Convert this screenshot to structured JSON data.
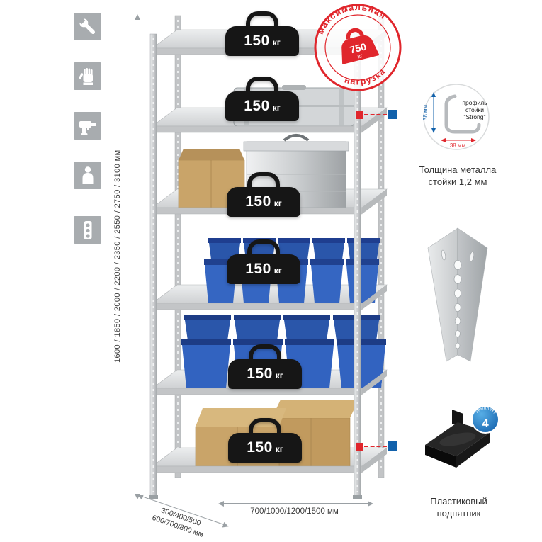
{
  "colors": {
    "accent_red": "#e0262c",
    "accent_blue": "#1161ab",
    "icon_bg": "#a8acaf",
    "metal_light": "#dcdedf",
    "bin_blue": "#2e5fb8",
    "cardboard": "#c9a469"
  },
  "left_icons": [
    {
      "name": "wrench"
    },
    {
      "name": "gloves"
    },
    {
      "name": "drill"
    },
    {
      "name": "person"
    },
    {
      "name": "power-strip"
    }
  ],
  "rack": {
    "shelf_count": 6,
    "shelf_load_value": "150",
    "shelf_load_unit": "кг"
  },
  "stamp": {
    "arc_top": "максимальная",
    "arc_bottom": "нагрузка",
    "value": "750",
    "unit": "кг"
  },
  "dimensions": {
    "height": "1600 / 1850 / 2000 / 2200 / 2350 / 2550 / 2750 / 3100 мм",
    "depth": "300/400/500\n600/700/800 мм",
    "width": "700/1000/1200/1500 мм"
  },
  "profile_callout": {
    "line1": "профиль",
    "line2": "стойки",
    "line3": "\"Strong\"",
    "dim_vertical": "38 мм",
    "dim_horizontal": "38 мм.",
    "caption": "Толщина металла\nстойки 1,2 мм"
  },
  "foot_callout": {
    "badge_value": "4",
    "badge_text": "в комплекте",
    "caption": "Пластиковый\nподпятник"
  }
}
